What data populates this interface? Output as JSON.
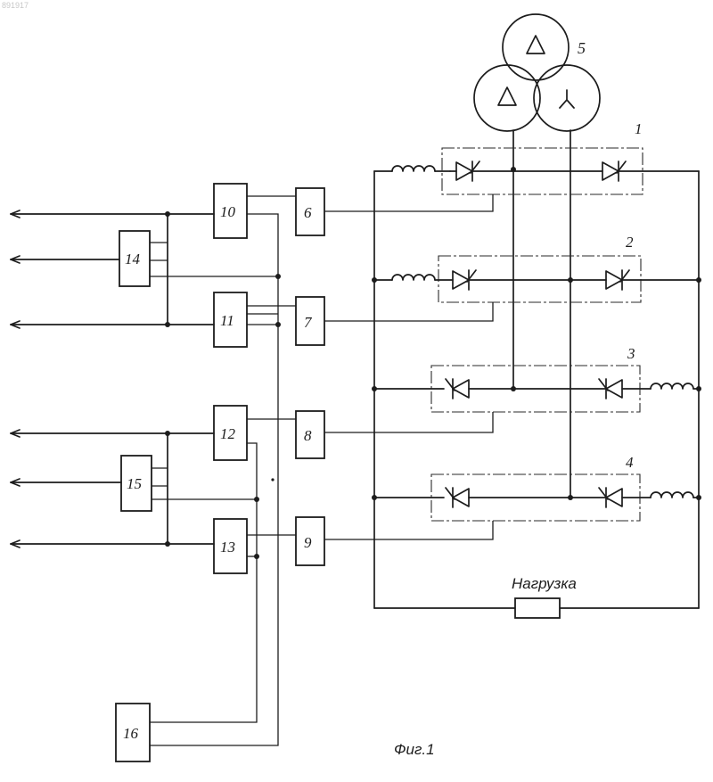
{
  "header": {
    "patent_number": "891917"
  },
  "transformer": {
    "label": "5",
    "windings": [
      {
        "name": "primary-delta",
        "symbol": "Δ"
      },
      {
        "name": "secondary-delta",
        "symbol": "Δ"
      },
      {
        "name": "secondary-star",
        "symbol": "⅄"
      }
    ]
  },
  "thyristor_groups": [
    {
      "label": "1"
    },
    {
      "label": "2"
    },
    {
      "label": "3"
    },
    {
      "label": "4"
    }
  ],
  "blocks": {
    "b6": "6",
    "b7": "7",
    "b8": "8",
    "b9": "9",
    "b10": "10",
    "b11": "11",
    "b12": "12",
    "b13": "13",
    "b14": "14",
    "b15": "15",
    "b16": "16"
  },
  "load": {
    "label": "Нагрузка"
  },
  "caption": "Фиг.1",
  "colors": {
    "ink": "#1c1c1c",
    "paper": "#ffffff"
  }
}
